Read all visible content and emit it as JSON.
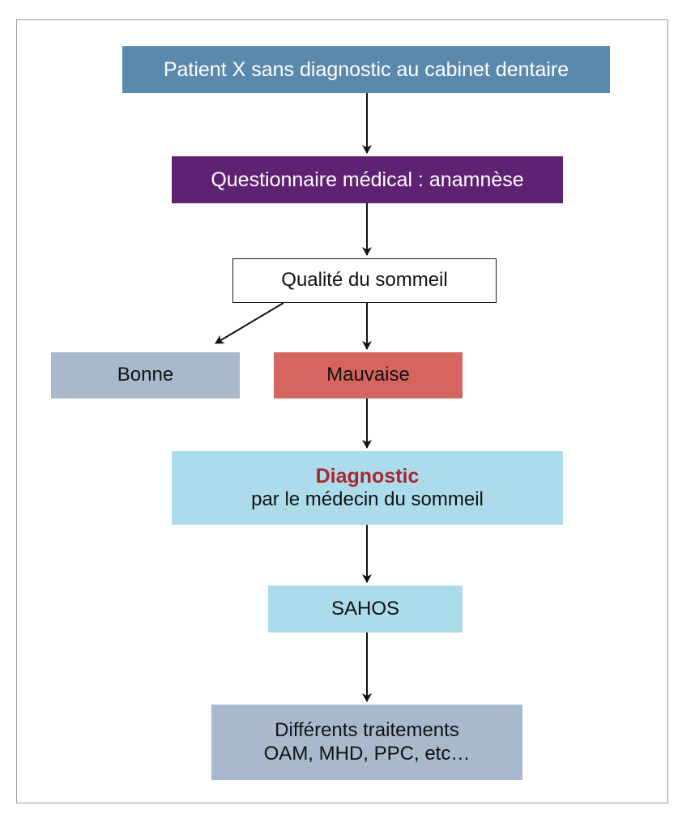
{
  "flowchart": {
    "patient": "Patient X sans diagnostic au cabinet dentaire",
    "questionnaire": "Questionnaire médical : anamnèse",
    "qualite": "Qualité du sommeil",
    "bonne": "Bonne",
    "mauvaise": "Mauvaise",
    "diagnostic_title": "Diagnostic",
    "diagnostic_subtitle": "par le médecin du sommeil",
    "sahos": "SAHOS",
    "traitements_line1": "Différents traitements",
    "traitements_line2": "OAM, MHD, PPC, etc…"
  },
  "colors": {
    "patient_box": "#5b89ad",
    "questionnaire_box": "#5f2272",
    "bonne_box": "#a9b9cd",
    "mauvaise_box": "#d7655f",
    "diagnostic_box": "#acdcec",
    "diagnostic_title": "#a8282e",
    "traitements_box": "#a9b9cd"
  }
}
